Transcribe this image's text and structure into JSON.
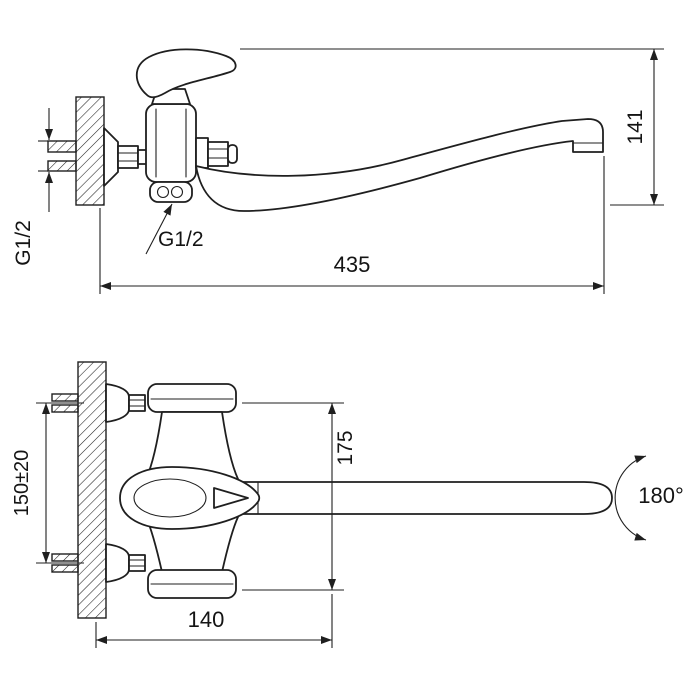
{
  "colors": {
    "ink": "#1f1f1f",
    "paper": "#ffffff"
  },
  "side_view": {
    "dim_height": "141",
    "dim_length": "435",
    "thread_wall": "G1/2",
    "thread_shower": "G1/2"
  },
  "front_view": {
    "dim_height": "175",
    "dim_mount_spacing": "150±20",
    "dim_depth": "140",
    "swivel_angle": "180°"
  }
}
